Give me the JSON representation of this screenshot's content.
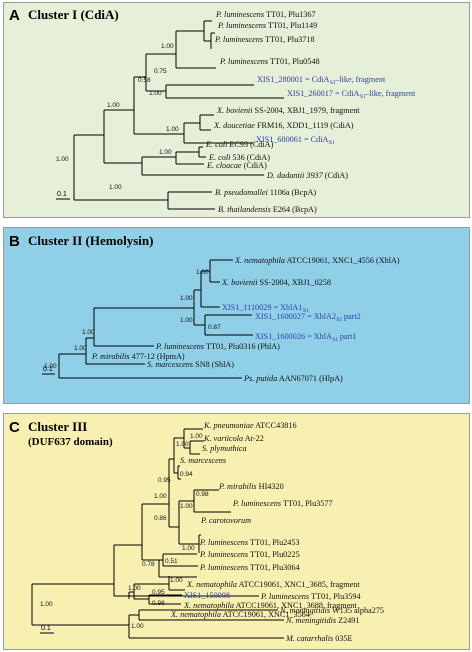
{
  "colors": {
    "panel_a": "#e6efd7",
    "panel_b": "#8fd0e8",
    "panel_c": "#f8f0b0",
    "highlight": "#2f43a8"
  },
  "panels": [
    {
      "letter": "A",
      "title": "Cluster I (CdiA)",
      "subtitle": "",
      "scale": "0.1",
      "taxa": [
        {
          "italic": "P. luminescens",
          "rest": " TT01, Plu1367"
        },
        {
          "italic": "P. luminescens",
          "rest": " TT01, Plu1149"
        },
        {
          "italic": "P. luminescens",
          "rest": " TT01, Plu3718"
        },
        {
          "italic": "P. luminescens",
          "rest": " TT01, Plu0548"
        },
        {
          "italic": "",
          "rest": "XIS1_280001 = CdiA",
          "sub": "XI",
          "rest2": "–like, fragment",
          "highlight": true
        },
        {
          "italic": "",
          "rest": "XIS1_260017 = CdiA",
          "sub": "XI",
          "rest2": "–like, fragment",
          "highlight": true
        },
        {
          "italic": "X. bovienii",
          "rest": " SS-2004, XBJ1_1979, fragment"
        },
        {
          "italic": "X. doucetiae",
          "rest": " FRM16, XDD1_1119 (CdiA)"
        },
        {
          "italic": "",
          "rest": "XIS1_680061 = CdiA",
          "sub": "XI",
          "rest2": "",
          "highlight": true
        },
        {
          "italic": "E. coli",
          "rest": " EC93 (CdiA)"
        },
        {
          "italic": "E. coli",
          "rest": " 536 (CdiA)"
        },
        {
          "italic": "E. cloacae",
          "rest": " (CdiA)"
        },
        {
          "italic": "D. dadantii 3937",
          "rest": " (CdiA)"
        },
        {
          "italic": "B. pseudomallei",
          "rest": " 1106a (BcpA)"
        },
        {
          "italic": "B. thailandensis",
          "rest": " E264 (BcpA)"
        }
      ],
      "bootstraps": [
        "1.00",
        "0.75",
        "0.58",
        "1.00",
        "1.00",
        "1.00",
        "1.00",
        "1.00",
        "1.00"
      ]
    },
    {
      "letter": "B",
      "title": "Cluster II (Hemolysin)",
      "subtitle": "",
      "scale": "0.1",
      "taxa": [
        {
          "italic": "X. nematophila",
          "rest": " ATCC19061, XNC1_4556 (XhlA)"
        },
        {
          "italic": "X. bovienii",
          "rest": " SS-2004, XBJ1_0258"
        },
        {
          "italic": "",
          "rest": "XIS1_1110029 = XhlA1",
          "sub": "XI",
          "rest2": "",
          "highlight": true
        },
        {
          "italic": "",
          "rest": "XIS1_1600027 = XhlA2",
          "sub": "XI",
          "rest2": " part2",
          "highlight": true
        },
        {
          "italic": "",
          "rest": "XIS1_1600026 = XhlA",
          "sub": "XI",
          "rest2": " part1",
          "highlight": true
        },
        {
          "italic": "P. luminescens",
          "rest": " TT01, Plu0316 (PhlA)"
        },
        {
          "italic": "S. marcescens",
          "rest": " SN8 (ShlA)"
        },
        {
          "italic": "P. mirabilis",
          "rest": " 477-12 (HpmA)"
        },
        {
          "italic": "Ps. putida",
          "rest": " AAN67071 (HlpA)"
        }
      ],
      "bootstraps": [
        "1.00",
        "1.00",
        "0.87",
        "1.00",
        "1.00",
        "1.00",
        "1.00"
      ]
    },
    {
      "letter": "C",
      "title": "Cluster III",
      "subtitle": "(DUF637 domain)",
      "scale": "0.1",
      "taxa": [
        {
          "italic": "K. pneumoniae",
          "rest": " ATCC43816"
        },
        {
          "italic": "K. variicola",
          "rest": " At-22"
        },
        {
          "italic": "S. plymuthica",
          "rest": ""
        },
        {
          "italic": "S. marcescens",
          "rest": ""
        },
        {
          "italic": "P. mirabilis",
          "rest": " HI4320"
        },
        {
          "italic": "P. luminescens",
          "rest": " TT01, Plu3577"
        },
        {
          "italic": "P. carotovorum",
          "rest": ""
        },
        {
          "italic": "P. luminescens",
          "rest": " TT01, Plu2453"
        },
        {
          "italic": "P. luminescens",
          "rest": " TT01, Plu0225"
        },
        {
          "italic": "P. luminescens",
          "rest": " TT01, Plu3064"
        },
        {
          "italic": "X. nematophila",
          "rest": " ATCC19061, XNC1_3685, fragment"
        },
        {
          "italic": "",
          "rest": "XIS1_150008",
          "sub": "",
          "rest2": "",
          "highlight": true
        },
        {
          "italic": "X. nematophila",
          "rest": " ATCC19061, XNC1_3688, fragment"
        },
        {
          "italic": "X. nematophila",
          "rest": " ATCC19061, XNC1_3564"
        },
        {
          "italic": "P. luminescens",
          "rest": " TT01, Plu3594"
        },
        {
          "italic": "N. meningitidis",
          "rest": " W135 alpha275"
        },
        {
          "italic": "N. meningitidis",
          "rest": " Z2491"
        },
        {
          "italic": "M. catarrhalis",
          "rest": " 035E"
        }
      ],
      "bootstraps": [
        "1.00",
        "1.00",
        "0.94",
        "0.95",
        "0.98",
        "1.00",
        "1.00",
        "0.86",
        "1.00",
        "0.51",
        "0.78",
        "1.00",
        "0.95",
        "0.98",
        "1.00",
        "1.00",
        "1.00"
      ]
    }
  ]
}
